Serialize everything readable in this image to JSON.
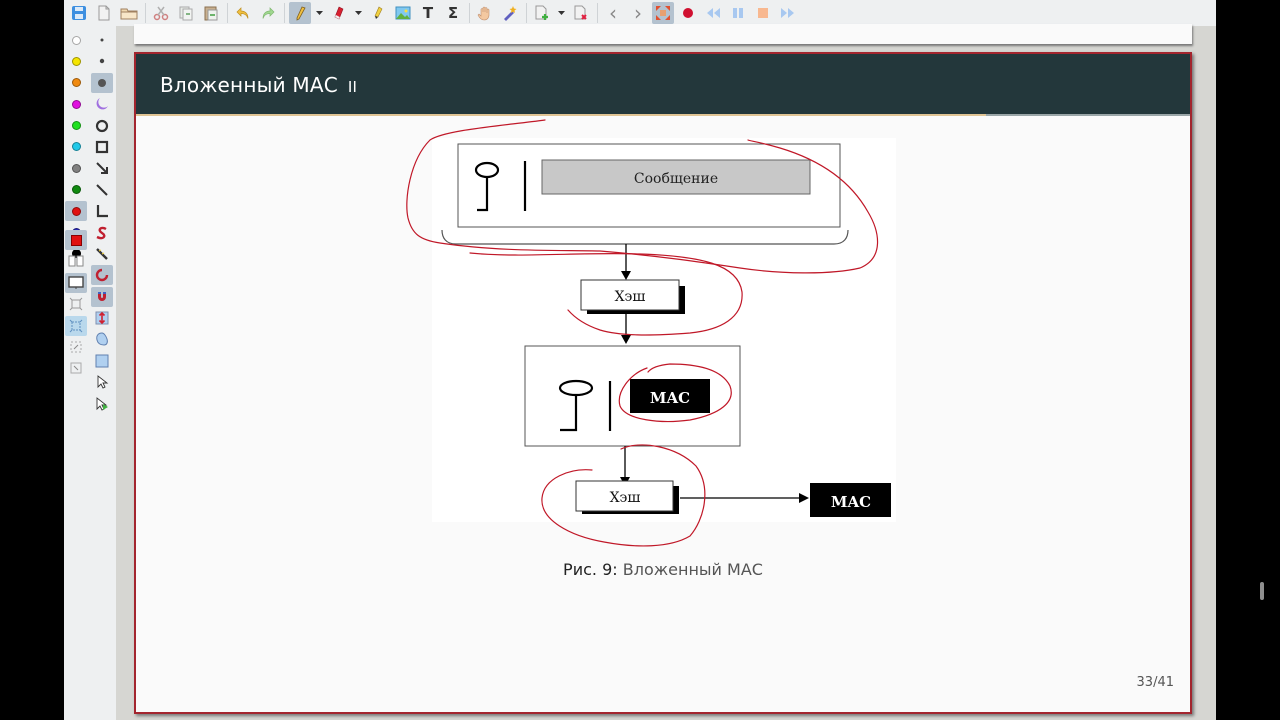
{
  "toolbar": {
    "items": [
      {
        "name": "save",
        "icon": "save-icon"
      },
      {
        "name": "new",
        "icon": "new-page-icon"
      },
      {
        "name": "open",
        "icon": "open-folder-icon"
      },
      {
        "name": "cut",
        "icon": "scissors-icon"
      },
      {
        "name": "copy",
        "icon": "copy-icon"
      },
      {
        "name": "paste",
        "icon": "paste-icon"
      },
      {
        "name": "undo",
        "icon": "undo-icon"
      },
      {
        "name": "redo",
        "icon": "redo-icon"
      },
      {
        "name": "pen",
        "icon": "pen-icon",
        "active": true
      },
      {
        "name": "eraser",
        "icon": "eraser-icon"
      },
      {
        "name": "highlighter",
        "icon": "highlighter-icon"
      },
      {
        "name": "image",
        "icon": "image-icon"
      },
      {
        "name": "text",
        "icon": "text-icon",
        "glyph": "T"
      },
      {
        "name": "latex",
        "icon": "sigma-icon",
        "glyph": "Σ"
      },
      {
        "name": "hand",
        "icon": "hand-icon"
      },
      {
        "name": "magic",
        "icon": "magic-wand-icon"
      },
      {
        "name": "add-page",
        "icon": "add-page-icon"
      },
      {
        "name": "delete-page",
        "icon": "delete-page-icon"
      },
      {
        "name": "prev",
        "icon": "chevron-left-icon",
        "glyph": "‹"
      },
      {
        "name": "next",
        "icon": "chevron-right-icon",
        "glyph": "›"
      },
      {
        "name": "fullscreen",
        "icon": "fullscreen-icon",
        "active": true
      },
      {
        "name": "record",
        "icon": "record-icon"
      },
      {
        "name": "rewind",
        "icon": "rewind-icon"
      },
      {
        "name": "pause",
        "icon": "pause-icon"
      },
      {
        "name": "stop",
        "icon": "stop-icon"
      },
      {
        "name": "fast-forward",
        "icon": "fast-forward-icon"
      }
    ]
  },
  "palette": {
    "colors": [
      "#ffffff",
      "#f5e500",
      "#f08a10",
      "#e010e0",
      "#20e020",
      "#20c8e8",
      "#808080",
      "#108a10",
      "#e01010",
      "#2828b8",
      "#000000"
    ],
    "selected_color": "#e01010"
  },
  "slide": {
    "title": "Вложенный МАС",
    "title_suffix": "II",
    "caption_label": "Рис. 9:",
    "caption_text": "Вложенный МАС",
    "page_number": "33/41"
  },
  "diagram": {
    "message_label": "Сообщение",
    "hash1_label": "Хэш",
    "mac_inner_label": "MAC",
    "hash2_label": "Хэш",
    "mac_output_label": "MAC"
  },
  "colors": {
    "header_bg": "#23373b",
    "slide_border": "#a3252e",
    "ink": "#c01828"
  }
}
